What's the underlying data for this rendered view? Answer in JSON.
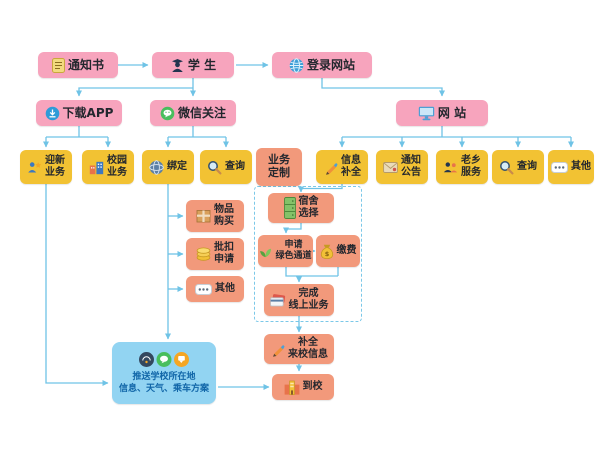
{
  "diagram": {
    "background": "#ffffff",
    "colors": {
      "pink": "#F7A4BD",
      "yellow": "#F2C233",
      "orange": "#F2997B",
      "blue_panel": "#92D4F2",
      "arrow": "#6FC3E6"
    },
    "nodes": {
      "notice": "通知书",
      "student": "学 生",
      "login": "登录网站",
      "download_app": "下载APP",
      "wechat_follow": "微信关注",
      "website": "网 站",
      "welcome_biz": "迎新\n业务",
      "campus_biz": "校园\n业务",
      "bind": "绑定",
      "query_wechat": "查询",
      "biz_custom": "业务\n定制",
      "info_complete": "信息\n补全",
      "notice_board": "通知\n公告",
      "fellow_service": "老乡\n服务",
      "query_web": "查询",
      "other_web": "其他",
      "item_purchase": "物品\n购买",
      "batch_deduction": "批扣\n申请",
      "other_wechat": "其他",
      "dorm_select": "宿舍\n选择",
      "green_channel": "申请\n绿色通道",
      "pay_fee": "缴费",
      "finish_online": "完成\n线上业务",
      "arrival_info": "补全\n来校信息",
      "arrive_school": "到校",
      "push_info": "推送学校所在地\n信息、天气、乘车方案"
    }
  }
}
